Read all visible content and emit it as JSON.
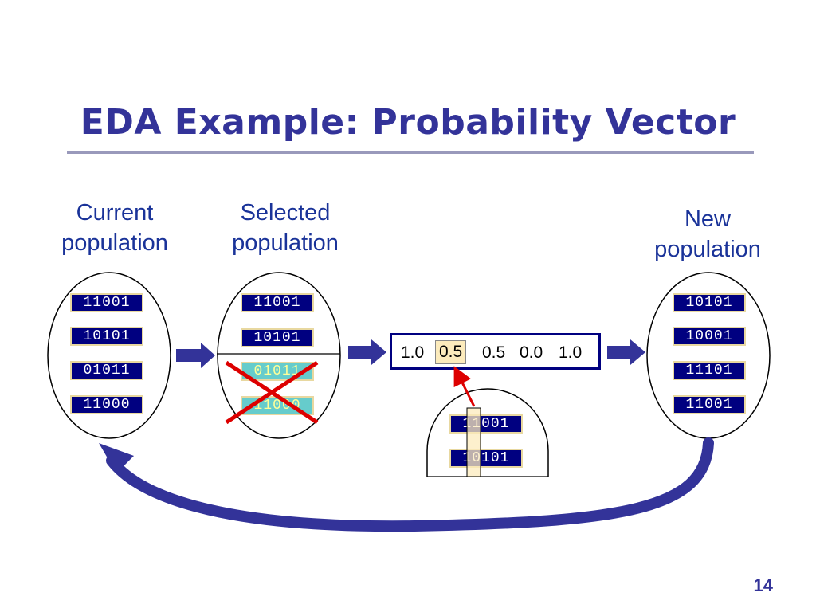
{
  "title": "EDA Example: Probability Vector",
  "labels": {
    "current": "Current\npopulation",
    "selected": "Selected\npopulation",
    "new": "New\npopulation"
  },
  "current_population": [
    "11001",
    "10101",
    "01011",
    "11000"
  ],
  "selected_population": [
    "11001",
    "10101",
    "01011",
    "11000"
  ],
  "discarded_indices": [
    2,
    3
  ],
  "probability_vector": [
    "1.0",
    "0.5",
    "0.5",
    "0.0",
    "1.0"
  ],
  "highlighted_index": 1,
  "sample_window": [
    "11001",
    "10101"
  ],
  "new_population": [
    "10101",
    "10001",
    "11101",
    "11001"
  ],
  "page_number": "14",
  "colors": {
    "title": "#333399",
    "chromosome_bg": "#000080",
    "discarded_bg": "#66cccc",
    "arrow": "#333399",
    "cross": "#dd0000",
    "highlight": "#fcebbc"
  }
}
